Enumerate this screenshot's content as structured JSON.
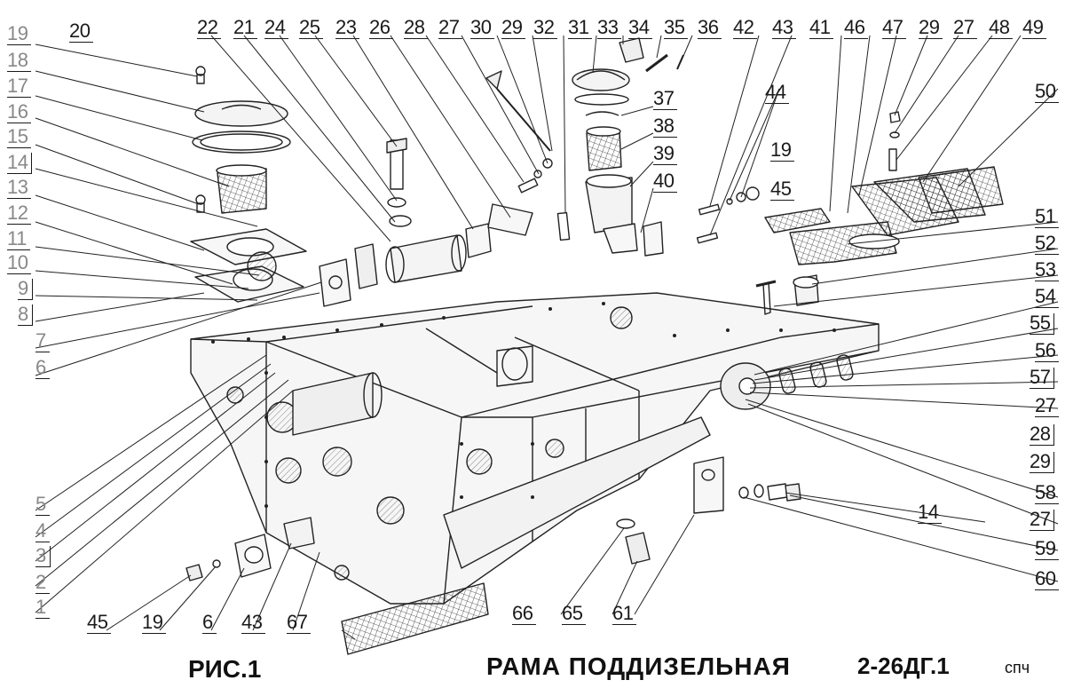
{
  "caption": {
    "figure": "РИС.1",
    "title": "РАМА ПОДДИЗЕЛЬНАЯ",
    "code": "2-26ДГ.1",
    "suffix": "спч"
  },
  "part_numbers": {
    "top": [
      "19",
      "20",
      "22",
      "21",
      "24",
      "25",
      "23",
      "26",
      "28",
      "27",
      "30",
      "29",
      "32",
      "31",
      "33",
      "34",
      "35",
      "36",
      "42",
      "43",
      "41",
      "46",
      "47",
      "29",
      "27",
      "48",
      "49"
    ],
    "left": [
      "18",
      "17",
      "16",
      "15",
      "14",
      "13",
      "12",
      "11",
      "10",
      "9",
      "8",
      "7",
      "6",
      "5",
      "4",
      "3",
      "2",
      "1"
    ],
    "middle": [
      "37",
      "38",
      "39",
      "40",
      "44",
      "19",
      "45",
      "50",
      "51",
      "52",
      "53"
    ],
    "right": [
      "54",
      "55",
      "56",
      "57",
      "27",
      "28",
      "29",
      "58",
      "27",
      "14",
      "59",
      "60"
    ],
    "bottom": [
      "45",
      "19",
      "6",
      "43",
      "67",
      "66",
      "65",
      "61"
    ]
  }
}
